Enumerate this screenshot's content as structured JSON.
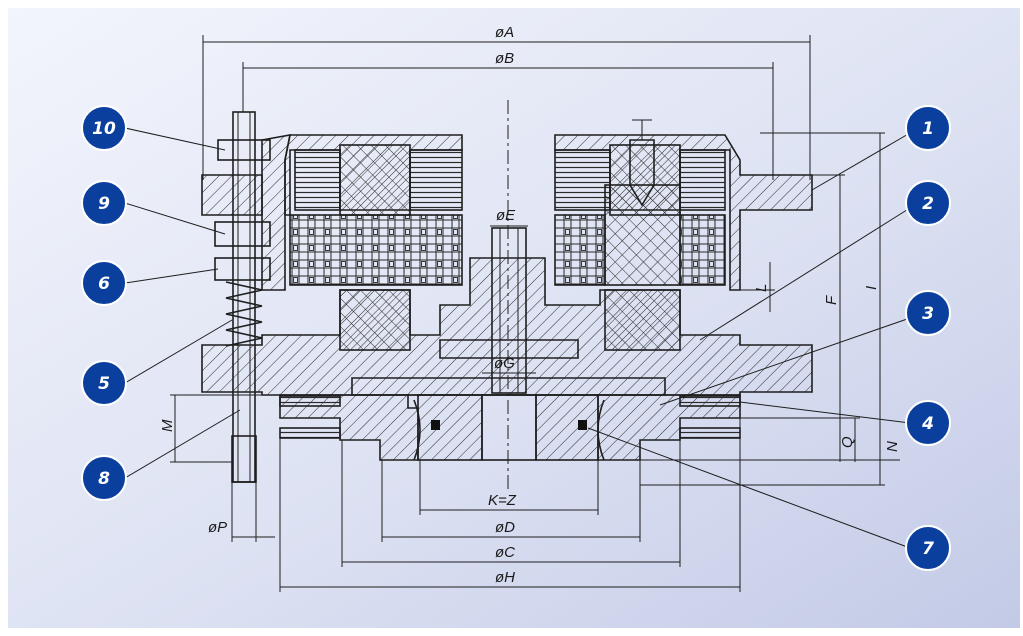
{
  "diagram": {
    "dimensions": {
      "A": "øA",
      "B": "øB",
      "E": "øE",
      "G": "øG",
      "KZ": "K=Z",
      "D": "øD",
      "C": "øC",
      "H": "øH",
      "P": "øP",
      "F": "F",
      "I": "I",
      "L": "L",
      "M": "M",
      "Q": "Q",
      "N": "N"
    },
    "callouts": [
      "1",
      "2",
      "3",
      "4",
      "5",
      "6",
      "7",
      "8",
      "9",
      "10"
    ],
    "colors": {
      "background_light": "#eef1fb",
      "background_dark": "#c4cbe6",
      "badge": "#0b3f9e",
      "line": "#1e1e1e"
    }
  }
}
